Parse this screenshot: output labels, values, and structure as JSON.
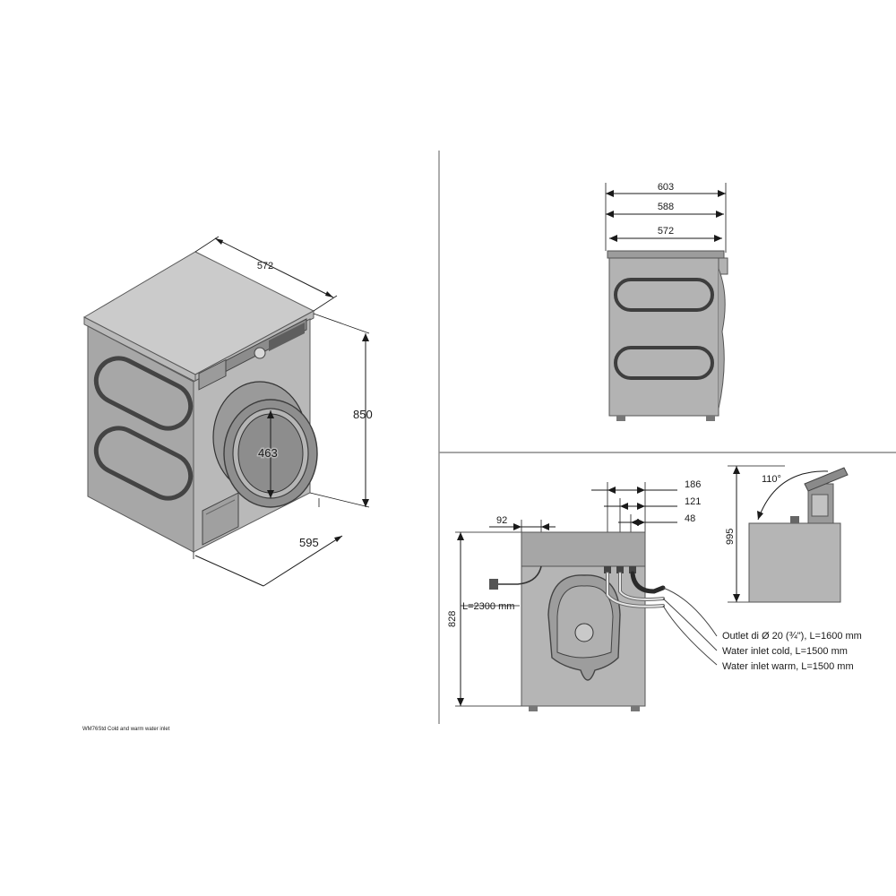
{
  "iso_view": {
    "dim_depth_top": "572",
    "dim_height": "850",
    "dim_door": "463",
    "dim_width_bottom": "595"
  },
  "front_view": {
    "dim_top_1": "603",
    "dim_top_2": "588",
    "dim_top_3": "572"
  },
  "rear_view": {
    "dim_186": "186",
    "dim_121": "121",
    "dim_48": "48",
    "dim_92": "92",
    "dim_height": "828",
    "cable_length": "L=2300 mm",
    "hose_labels": [
      "Outlet di Ø 20 (¾\"), L=1600 mm",
      "Water inlet cold, L=1500 mm",
      "Water inlet warm, L=1500 mm"
    ]
  },
  "lid_view": {
    "angle": "110°",
    "height": "995"
  },
  "caption": "WM76Std Cold and warm water inlet"
}
